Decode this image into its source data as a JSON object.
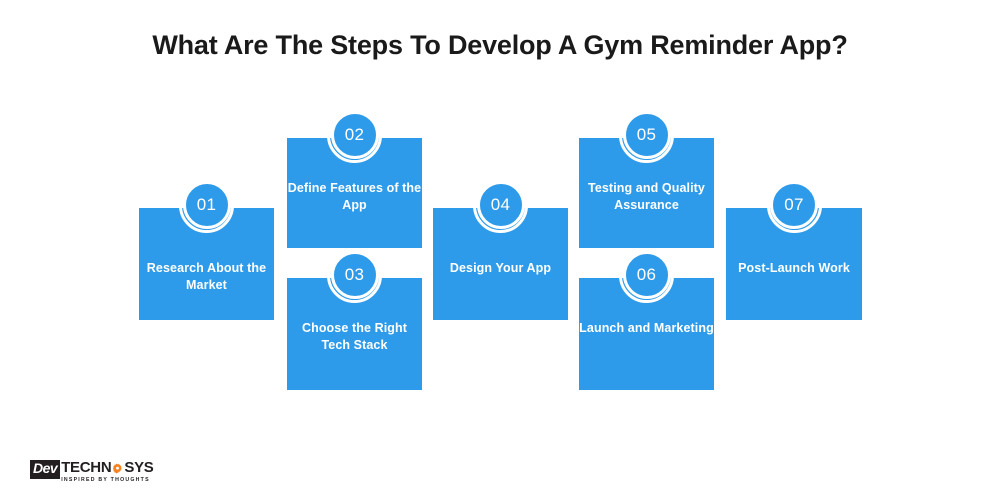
{
  "page": {
    "title": "What Are The Steps To Develop A Gym Reminder App?",
    "background_color": "#ffffff",
    "accent_color": "#2e9bea",
    "title_color": "#1a1a1a"
  },
  "steps": [
    {
      "number": "01",
      "label": "Research About the Market",
      "column": 1,
      "row": "middle"
    },
    {
      "number": "02",
      "label": "Define Features of the App",
      "column": 2,
      "row": "top"
    },
    {
      "number": "03",
      "label": "Choose the Right Tech Stack",
      "column": 2,
      "row": "bottom"
    },
    {
      "number": "04",
      "label": "Design Your App",
      "column": 3,
      "row": "middle"
    },
    {
      "number": "05",
      "label": "Testing and Quality Assurance",
      "column": 4,
      "row": "top"
    },
    {
      "number": "06",
      "label": "Launch and Marketing",
      "column": 4,
      "row": "bottom"
    },
    {
      "number": "07",
      "label": "Post-Launch Work",
      "column": 5,
      "row": "middle"
    }
  ],
  "logo": {
    "mark": "Dev",
    "name_left": "TECHN",
    "name_right": "SYS",
    "tagline": "INSPIRED BY THOUGHTS",
    "gear_color": "#f58220",
    "text_color": "#231f20"
  }
}
